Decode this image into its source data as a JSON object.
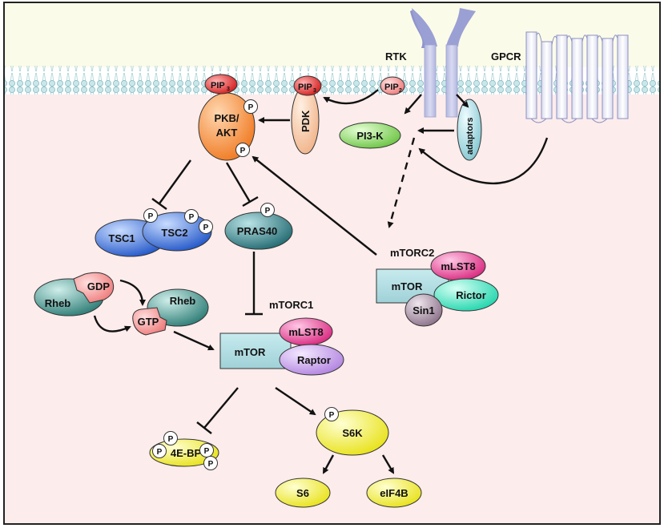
{
  "receptors": {
    "rtk": "RTK",
    "gpcr": "GPCR"
  },
  "lipids": {
    "pip3_akt": "PIP",
    "pip3_akt_sub": "3",
    "pip3_pdk": "PIP",
    "pip3_pdk_sub": "3",
    "pip2": "PIP",
    "pip2_sub": "2"
  },
  "proteins": {
    "akt_line1": "PKB/",
    "akt_line2": "AKT",
    "pdk": "PDK",
    "pi3k": "PI3-K",
    "adaptors": "adaptors",
    "tsc1": "TSC1",
    "tsc2": "TSC2",
    "pras40": "PRAS40",
    "rheb_gdp": "Rheb",
    "gdp": "GDP",
    "rheb_gtp": "Rheb",
    "gtp": "GTP",
    "s6k": "S6K",
    "s6": "S6",
    "eif4b": "eIF4B",
    "fourebp": "4E-BP"
  },
  "mtorc1": {
    "title": "mTORC1",
    "mtor": "mTOR",
    "mlst8": "mLST8",
    "raptor": "Raptor"
  },
  "mtorc2": {
    "title": "mTORC2",
    "mtor": "mTOR",
    "mlst8": "mLST8",
    "rictor": "Rictor",
    "sin1": "Sin1"
  },
  "phospho_label": "P",
  "colors": {
    "membrane_band": "#c9e7ea",
    "outside": "#fbfbe9",
    "cytoplasm": "#fcecec",
    "receptor": "#c7c9e6",
    "pip3": "#e23a3a",
    "akt": "#f7923f",
    "pdk": "#f6c5a0",
    "pi3k": "#8fd36a",
    "adaptors": "#9fd6de",
    "tsc": "#3a6fd8",
    "pras40": "#2f7f86",
    "rheb": "#3f8f88",
    "mtor_box": "#a9dbe0",
    "mlst8": "#e8439b",
    "raptor": "#c39be6",
    "rictor": "#3fe3c0",
    "sin1": "#9a8497",
    "s6k": "#f2f23a"
  }
}
